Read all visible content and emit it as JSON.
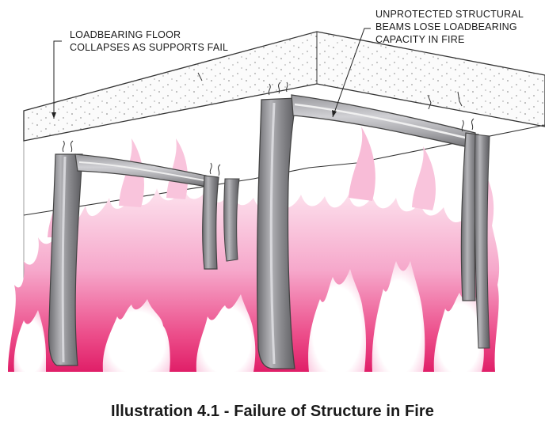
{
  "labels": {
    "floor_line1": "LOADBEARING FLOOR",
    "floor_line2": "COLLAPSES AS SUPPORTS FAIL",
    "beams_line1": "UNPROTECTED STRUCTURAL",
    "beams_line2": "BEAMS LOSE LOADBEARING",
    "beams_line3": "CAPACITY IN FIRE"
  },
  "caption": "Illustration 4.1 - Failure of Structure in Fire",
  "colors": {
    "fire_magenta": "#e6246e",
    "fire_pink": "#f59cc4",
    "fire_light": "#fbd3e5",
    "steel": "#a0a0a4",
    "steel_dark": "#555558",
    "floor_slab": "#fbfbfb"
  }
}
